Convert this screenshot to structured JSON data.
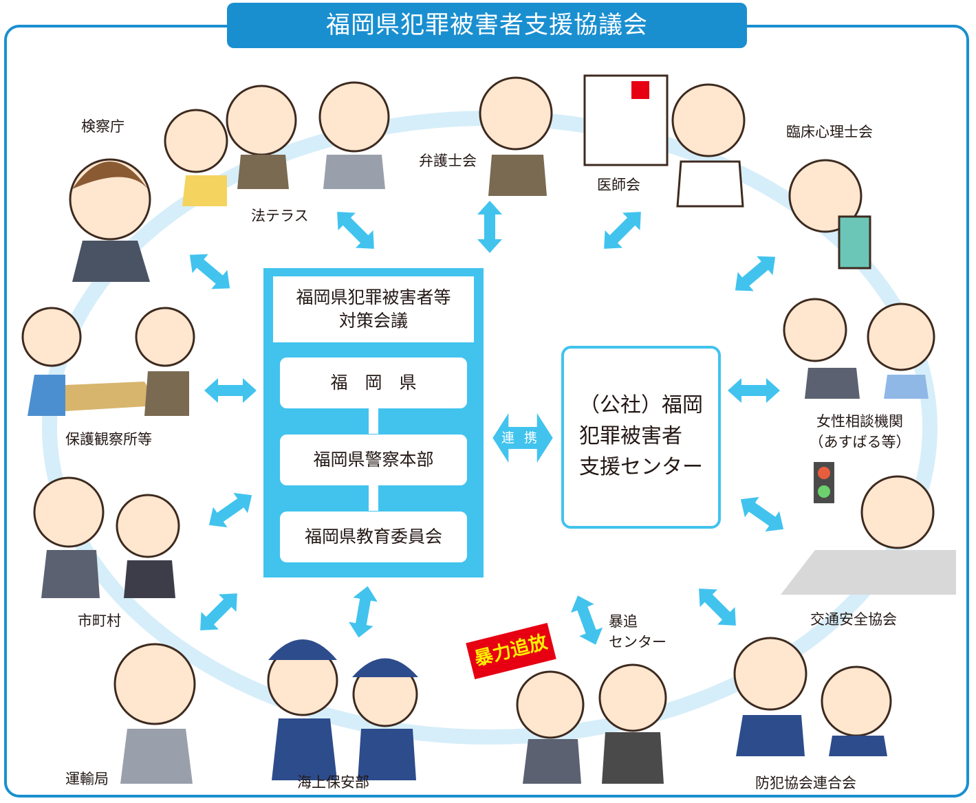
{
  "title": "福岡県犯罪被害者支援協議会",
  "council": {
    "title_line1": "福岡県犯罪被害者等",
    "title_line2": "対策会議",
    "members": [
      "福　岡　県",
      "福岡県警察本部",
      "福岡県教育委員会"
    ]
  },
  "link_label": "連 携",
  "center": {
    "line1": "（公社）福岡",
    "line2": "犯罪被害者",
    "line3": "支援センター"
  },
  "organizations": {
    "kensatsu": "検察庁",
    "houterasu": "法テラス",
    "bengoshi": "弁護士会",
    "ishikai": "医師会",
    "rinsho": "臨床心理士会",
    "josei_line1": "女性相談機関",
    "josei_line2": "（あすばる等）",
    "kotsu": "交通安全協会",
    "bohan": "防犯協会連合会",
    "boui_line1": "暴追",
    "boui_line2": "センター",
    "kaijo": "海上保安部",
    "unyu": "運輸局",
    "shichoson": "市町村",
    "hogo": "保護観察所等"
  },
  "sign_text": "暴力追放",
  "colors": {
    "frame": "#1a8fd0",
    "panel": "#41c3ee",
    "ring": "#d6eef9",
    "arrow": "#41c3ee",
    "sign": "#e60012",
    "sign_text": "#fff000"
  }
}
